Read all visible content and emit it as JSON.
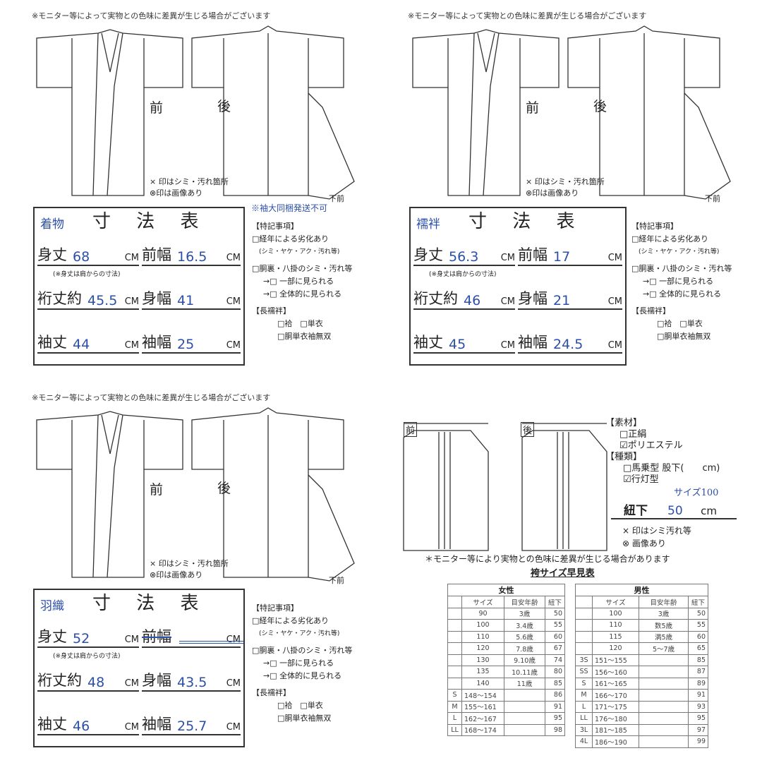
{
  "sheets": [
    {
      "disclaimer": "※モニター等によって実物との色味に差異が生じる場合がございます",
      "front_label": "前",
      "back_label": "後",
      "legend": [
        "× 印はシミ・汚れ箇所",
        "⊗印は画像あり"
      ],
      "shita_mae": "下前",
      "garment": "着物",
      "title": "寸 法 表",
      "handwritten_note": "※袖大同梱発送不可",
      "rows": [
        {
          "label": "身丈",
          "value": "68",
          "unit": "CM"
        },
        {
          "label": "前幅",
          "value": "16.5",
          "unit": "CM"
        },
        {
          "label": "裄丈約",
          "value": "45.5",
          "unit": "CM"
        },
        {
          "label": "身幅",
          "value": "41",
          "unit": "CM"
        },
        {
          "label": "袖丈",
          "value": "44",
          "unit": "CM"
        },
        {
          "label": "袖幅",
          "value": "25",
          "unit": "CM"
        }
      ],
      "mitake_note": "(※身丈は肩からの寸法)",
      "notes": [
        "【特記事項】",
        "□経年による劣化あり",
        "(シミ・ヤケ・アク・汚れ等)",
        "□胴裏・八掛のシミ・汚れ等",
        "→□ 一部に見られる",
        "→□ 全体的に見られる",
        "【長襦袢】",
        "□袷　□単衣",
        "□胴単衣袖無双"
      ]
    },
    {
      "disclaimer": "※モニター等によって実物との色味に差異が生じる場合がございます",
      "front_label": "前",
      "back_label": "後",
      "legend": [
        "× 印はシミ・汚れ箇所",
        "⊗印は画像あり"
      ],
      "shita_mae": "下前",
      "garment": "襦袢",
      "title": "寸 法 表",
      "handwritten_note": "",
      "rows": [
        {
          "label": "身丈",
          "value": "56.3",
          "unit": "CM"
        },
        {
          "label": "前幅",
          "value": "17",
          "unit": "CM"
        },
        {
          "label": "裄丈約",
          "value": "46",
          "unit": "CM"
        },
        {
          "label": "身幅",
          "value": "21",
          "unit": "CM"
        },
        {
          "label": "袖丈",
          "value": "45",
          "unit": "CM"
        },
        {
          "label": "袖幅",
          "value": "24.5",
          "unit": "CM"
        }
      ],
      "mitake_note": "(※身丈は肩からの寸法)",
      "notes": [
        "【特記事項】",
        "□経年による劣化あり",
        "(シミ・ヤケ・アク・汚れ等)",
        "□胴裏・八掛のシミ・汚れ等",
        "→□ 一部に見られる",
        "→□ 全体的に見られる",
        "【長襦袢】",
        "□袷　□単衣",
        "□胴単衣袖無双"
      ]
    },
    {
      "disclaimer": "※モニター等によって実物との色味に差異が生じる場合がございます",
      "front_label": "前",
      "back_label": "後",
      "legend": [
        "× 印はシミ・汚れ箇所",
        "⊗印は画像あり"
      ],
      "shita_mae": "下前",
      "garment": "羽織",
      "title": "寸 法 表",
      "handwritten_note": "",
      "rows": [
        {
          "label": "身丈",
          "value": "52",
          "unit": "CM"
        },
        {
          "label": "前幅",
          "value": "",
          "unit": "CM",
          "struck": true
        },
        {
          "label": "裄丈約",
          "value": "48",
          "unit": "CM"
        },
        {
          "label": "身幅",
          "value": "43.5",
          "unit": "CM"
        },
        {
          "label": "袖丈",
          "value": "46",
          "unit": "CM"
        },
        {
          "label": "袖幅",
          "value": "25.7",
          "unit": "CM"
        }
      ],
      "mitake_note": "(※身丈は肩からの寸法)",
      "notes": [
        "【特記事項】",
        "□経年による劣化あり",
        "(シミ・ヤケ・アク・汚れ等)",
        "□胴裏・八掛のシミ・汚れ等",
        "→□ 一部に見られる",
        "→□ 全体的に見られる",
        "【長襦袢】",
        "□袷　□単衣",
        "□胴単衣袖無双"
      ]
    }
  ],
  "hakama": {
    "front_label": "前",
    "back_label": "後",
    "material_heading": "【素材】",
    "material_options": [
      {
        "label": "□正絹",
        "checked": false
      },
      {
        "label": "☑ポリエステル",
        "checked": true
      }
    ],
    "type_heading": "【種類】",
    "type_options": [
      {
        "label": "□馬乗型 股下(　　cm)",
        "checked": false
      },
      {
        "label": "☑行灯型",
        "checked": true
      }
    ],
    "size_note": "サイズ100",
    "himoshita_label": "紐下",
    "himoshita_value": "50",
    "himoshita_unit": "cm",
    "legend": [
      "× 印はシミ汚れ等",
      "⊗ 画像あり"
    ],
    "disclaimer": "＊モニター等により実物との色味に差異が生じる場合があります",
    "chart_title": "袴サイズ早見表"
  },
  "size_tables": [
    {
      "title": "女性",
      "headers": [
        "",
        "サイズ",
        "目安年齢",
        "紐下"
      ],
      "rows": [
        [
          "",
          "90",
          "3歳",
          "50"
        ],
        [
          "",
          "100",
          "3.4歳",
          "55"
        ],
        [
          "",
          "110",
          "5.6歳",
          "60"
        ],
        [
          "",
          "120",
          "7.8歳",
          "67"
        ],
        [
          "",
          "130",
          "9.10歳",
          "74"
        ],
        [
          "",
          "135",
          "10.11歳",
          "80"
        ],
        [
          "",
          "140",
          "11歳",
          "85"
        ],
        [
          "S",
          "148〜154",
          "",
          "86"
        ],
        [
          "M",
          "155〜161",
          "",
          "91"
        ],
        [
          "L",
          "162〜167",
          "",
          "95"
        ],
        [
          "LL",
          "168〜174",
          "",
          "98"
        ]
      ]
    },
    {
      "title": "男性",
      "headers": [
        "",
        "サイズ",
        "目安年齢",
        "紐下"
      ],
      "rows": [
        [
          "",
          "100",
          "3歳",
          "50"
        ],
        [
          "",
          "110",
          "数5歳",
          "55"
        ],
        [
          "",
          "115",
          "満5歳",
          "60"
        ],
        [
          "",
          "120",
          "5〜7歳",
          "65"
        ],
        [
          "3S",
          "151〜155",
          "",
          "85"
        ],
        [
          "SS",
          "156〜160",
          "",
          "87"
        ],
        [
          "S",
          "161〜165",
          "",
          "89"
        ],
        [
          "M",
          "166〜170",
          "",
          "91"
        ],
        [
          "L",
          "171〜175",
          "",
          "93"
        ],
        [
          "LL",
          "176〜180",
          "",
          "95"
        ],
        [
          "3L",
          "181〜185",
          "",
          "97"
        ],
        [
          "4L",
          "186〜190",
          "",
          "99"
        ]
      ]
    }
  ],
  "colors": {
    "handwriting": "#2c4fa8",
    "ink": "#222222"
  }
}
